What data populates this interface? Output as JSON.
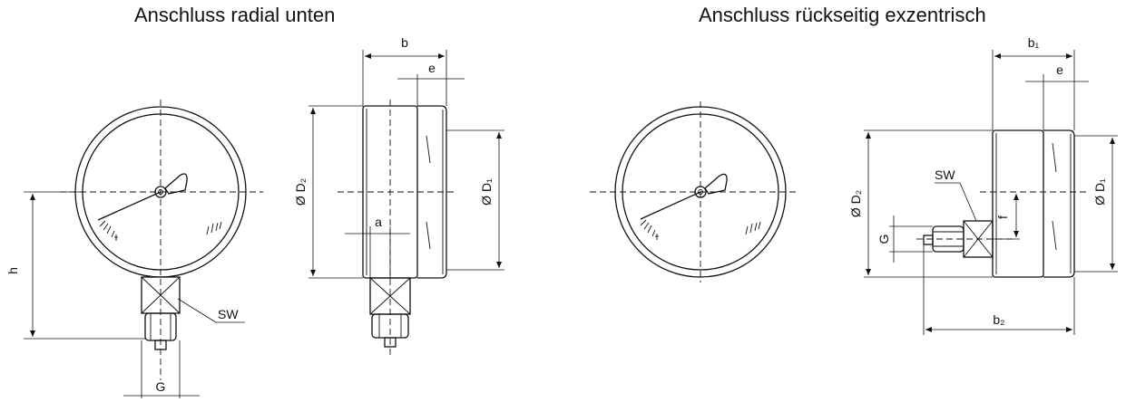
{
  "titles": {
    "left": "Anschluss radial unten",
    "right": "Anschluss rückseitig exzentrisch"
  },
  "labels": {
    "b": "b",
    "e": "e",
    "a": "a",
    "h": "h",
    "G": "G",
    "SW": "SW",
    "D1": "Ø D₁",
    "D2": "Ø D₂",
    "b1": "b₁",
    "b2": "b₂",
    "f": "f"
  }
}
